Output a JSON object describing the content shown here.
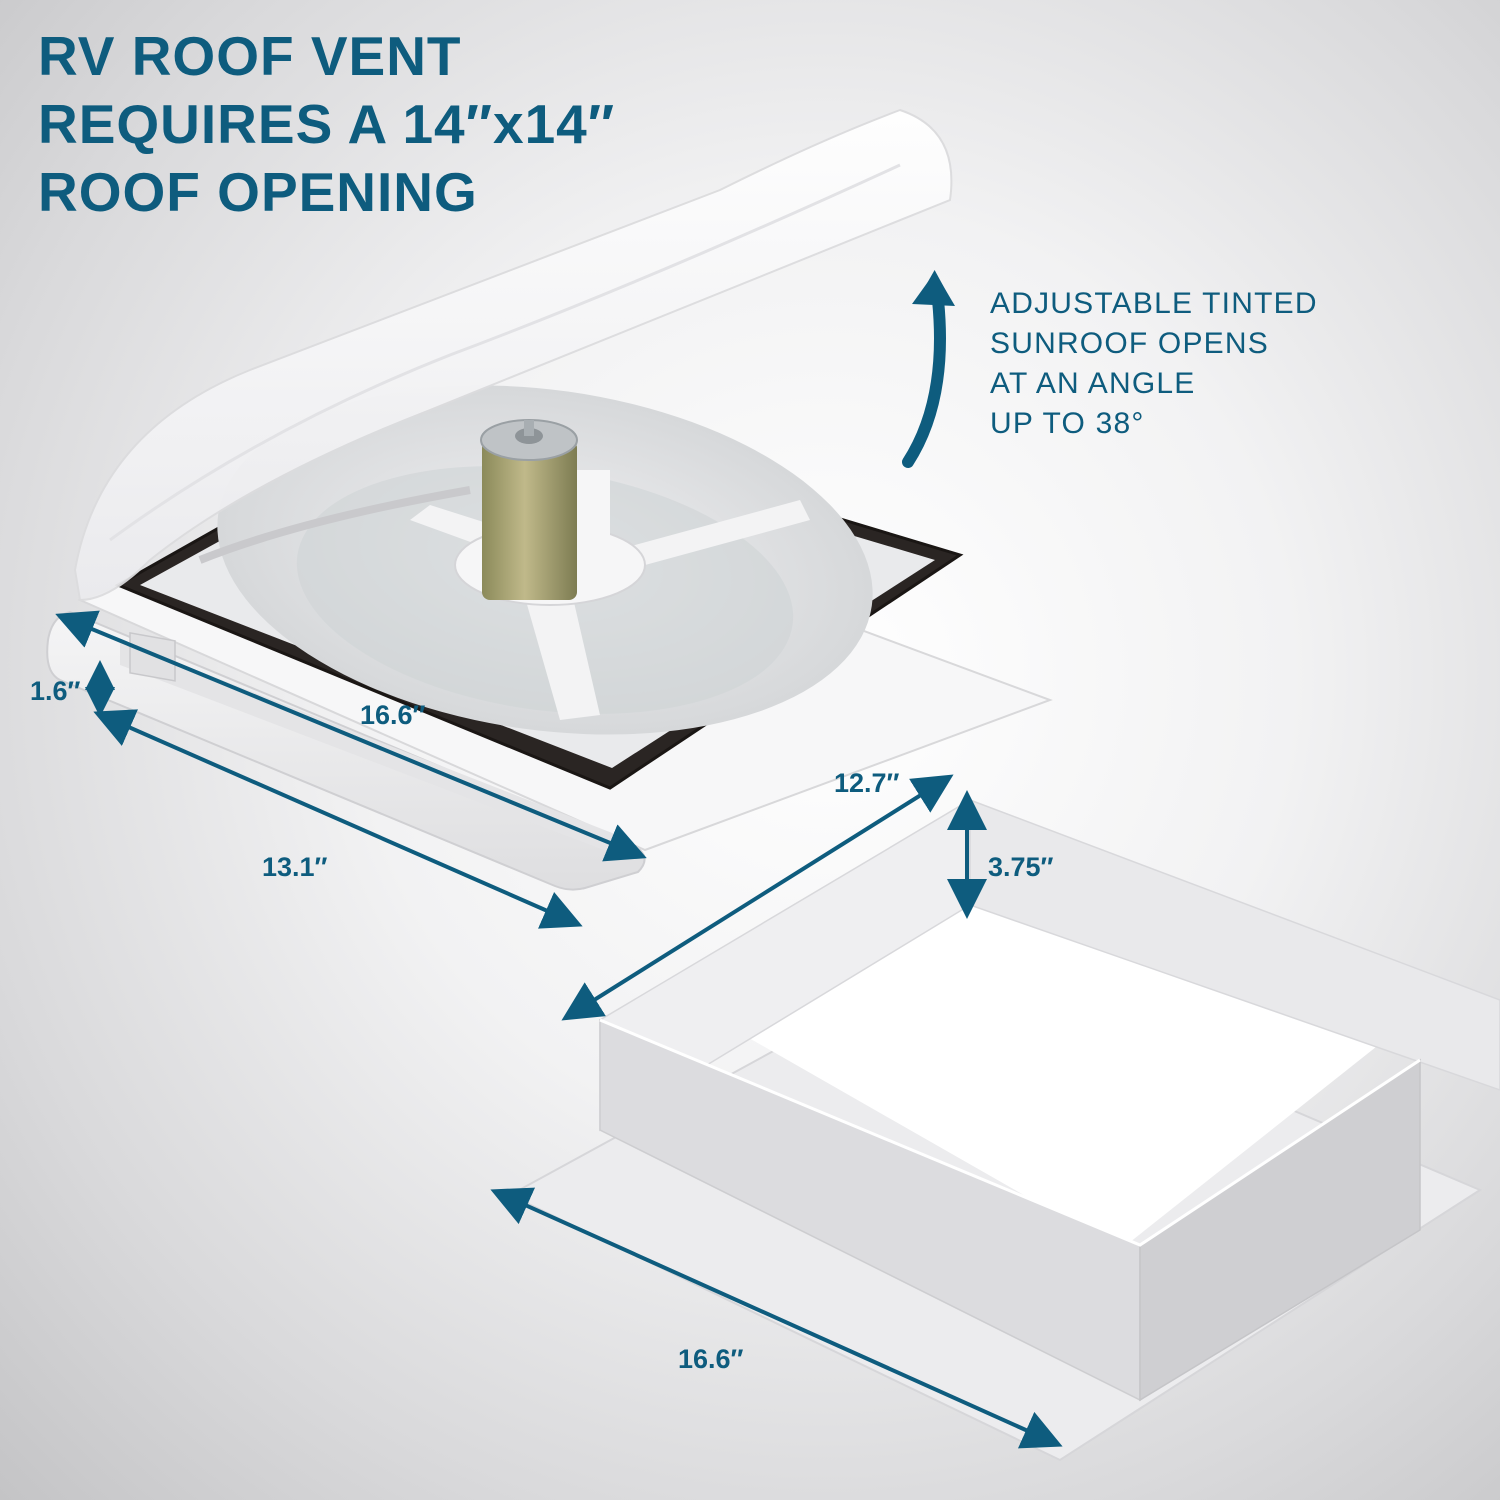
{
  "headline": {
    "lines": [
      "RV ROOF VENT",
      "REQUIRES A 14″x14″",
      "ROOF OPENING"
    ]
  },
  "callout": {
    "lines": [
      "ADJUSTABLE TINTED",
      "SUNROOF OPENS",
      "AT AN ANGLE",
      "UP TO 38°"
    ]
  },
  "dimensions": {
    "vent_height": "1.6″",
    "vent_length": "16.6″",
    "vent_width": "13.1″",
    "garnish_width": "12.7″",
    "garnish_height": "3.75″",
    "garnish_length": "16.6″"
  },
  "colors": {
    "accent": "#0e5c7e",
    "background": "#e6e6e8",
    "gasket": "#2a2523",
    "plastic": "#f4f4f5"
  },
  "icons": {
    "opening_arrow": "curved-up-arrow-icon"
  }
}
